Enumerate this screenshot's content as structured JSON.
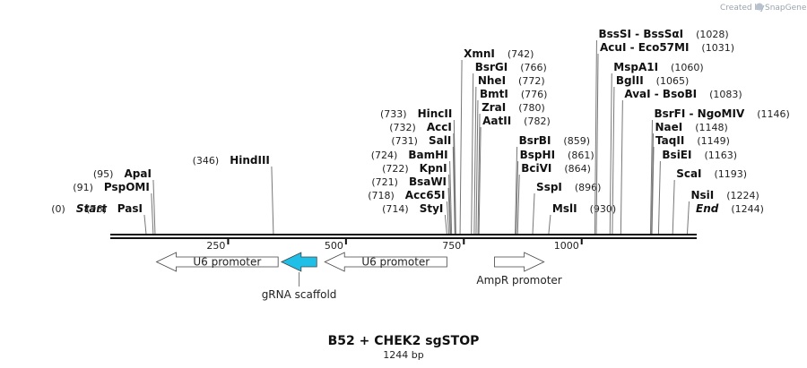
{
  "credit": {
    "text": "Created by",
    "brand": "SnapGene"
  },
  "title": "B52 + CHEK2 sgSTOP",
  "length_label": "1244 bp",
  "map": {
    "total_bp": 1244
  },
  "ticks": [
    {
      "bp": 250,
      "label": "250"
    },
    {
      "bp": 500,
      "label": "500"
    },
    {
      "bp": 750,
      "label": "750"
    },
    {
      "bp": 1000,
      "label": "1000"
    }
  ],
  "left_sites": [
    {
      "name": "Start",
      "pos": "(0)",
      "bp": 0,
      "italic": true
    },
    {
      "name": "PasI",
      "pos": "(76)",
      "bp": 76
    },
    {
      "name": "PspOMI",
      "pos": "(91)",
      "bp": 91
    },
    {
      "name": "ApaI",
      "pos": "(95)",
      "bp": 95
    },
    {
      "name": "HindIII",
      "pos": "(346)",
      "bp": 346
    },
    {
      "name": "StyI",
      "pos": "(714)",
      "bp": 714
    },
    {
      "name": "Acc65I",
      "pos": "(718)",
      "bp": 718
    },
    {
      "name": "BsaWI",
      "pos": "(721)",
      "bp": 721
    },
    {
      "name": "KpnI",
      "pos": "(722)",
      "bp": 722
    },
    {
      "name": "BamHI",
      "pos": "(724)",
      "bp": 724
    },
    {
      "name": "SalI",
      "pos": "(731)",
      "bp": 731
    },
    {
      "name": "AccI",
      "pos": "(732)",
      "bp": 732
    },
    {
      "name": "HincII",
      "pos": "(733)",
      "bp": 733
    }
  ],
  "right_sites": [
    {
      "name": "XmnI",
      "pos": "(742)",
      "bp": 742
    },
    {
      "name": "BsrGI",
      "pos": "(766)",
      "bp": 766
    },
    {
      "name": "NheI",
      "pos": "(772)",
      "bp": 772
    },
    {
      "name": "BmtI",
      "pos": "(776)",
      "bp": 776
    },
    {
      "name": "ZraI",
      "pos": "(780)",
      "bp": 780
    },
    {
      "name": "AatII",
      "pos": "(782)",
      "bp": 782
    },
    {
      "name": "BsrBI",
      "pos": "(859)",
      "bp": 859
    },
    {
      "name": "BspHI",
      "pos": "(861)",
      "bp": 861
    },
    {
      "name": "BciVI",
      "pos": "(864)",
      "bp": 864
    },
    {
      "name": "SspI",
      "pos": "(896)",
      "bp": 896
    },
    {
      "name": "MslI",
      "pos": "(930)",
      "bp": 930
    },
    {
      "name": "BssSI - BssSαI",
      "pos": "(1028)",
      "bp": 1028
    },
    {
      "name": "AcuI - Eco57MI",
      "pos": "(1031)",
      "bp": 1031
    },
    {
      "name": "MspA1I",
      "pos": "(1060)",
      "bp": 1060
    },
    {
      "name": "BglII",
      "pos": "(1065)",
      "bp": 1065
    },
    {
      "name": "AvaI - BsoBI",
      "pos": "(1083)",
      "bp": 1083
    },
    {
      "name": "BsrFI - NgoMIV",
      "pos": "(1146)",
      "bp": 1146
    },
    {
      "name": "NaeI",
      "pos": "(1148)",
      "bp": 1148
    },
    {
      "name": "TaqII",
      "pos": "(1149)",
      "bp": 1149
    },
    {
      "name": "BsiEI",
      "pos": "(1163)",
      "bp": 1163
    },
    {
      "name": "ScaI",
      "pos": "(1193)",
      "bp": 1193
    },
    {
      "name": "NsiI",
      "pos": "(1224)",
      "bp": 1224
    },
    {
      "name": "End",
      "pos": "(1244)",
      "bp": 1244,
      "italic": true
    }
  ],
  "features": [
    {
      "name": "U6 promoter",
      "start": 98,
      "end": 356,
      "strand": "reverse",
      "color": "#ffffff",
      "label_inside": true
    },
    {
      "name": "gRNA scaffold",
      "start": 363,
      "end": 438,
      "strand": "reverse",
      "color": "#1fbfe8",
      "label_inside": false
    },
    {
      "name": "U6 promoter",
      "start": 455,
      "end": 714,
      "strand": "reverse",
      "color": "#ffffff",
      "label_inside": true
    },
    {
      "name": "AmpR promoter",
      "start": 815,
      "end": 920,
      "strand": "forward",
      "color": "#ffffff",
      "label_inside": false
    }
  ]
}
